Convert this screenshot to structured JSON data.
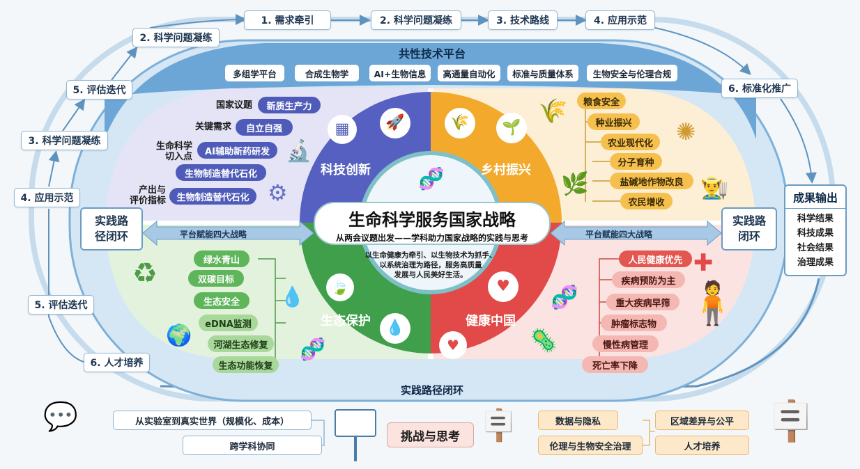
{
  "top_steps": [
    "1. 需求牵引",
    "2. 科学问题凝练",
    "3. 技术路线",
    "4. 应用示范"
  ],
  "left_steps": [
    "2. 科学问题凝练",
    "5. 评估迭代",
    "3. 科学问题凝练",
    "4. 应用示范",
    "5. 评估迭代",
    "6. 人才培养"
  ],
  "right_steps": [
    "6. 标准化推广"
  ],
  "platform": {
    "title": "共性技术平台",
    "items": [
      "多组学平台",
      "合成生物学",
      "AI+生物信息",
      "高通量自动化",
      "标准与质量体系",
      "生物安全与伦理合规"
    ]
  },
  "center": {
    "title": "生命科学服务国家战略",
    "subtitle": "从两会议题出发——学科助力国家战略的实践与思考",
    "desc": [
      "以生命健康为牵引、以生物技术为抓手、",
      "以系统治理为路径，服务高质量",
      "发展与人民美好生活。"
    ]
  },
  "quadrants": {
    "tech": {
      "label": "科技创新",
      "rows": [
        {
          "key": "国家议题",
          "value": "新质生产力"
        },
        {
          "key": "关键需求",
          "value": "自立自强"
        },
        {
          "key": "生命科学切入点",
          "value": "AI辅助新药研发"
        },
        {
          "key": "",
          "value": "生物制造替代石化"
        },
        {
          "key": "产出与评价指标",
          "value": "生物制造替代石化"
        }
      ]
    },
    "rural": {
      "label": "乡村振兴",
      "items": [
        "粮食安全",
        "种业振兴",
        "农业现代化",
        "分子育种",
        "盐碱地作物改良",
        "农民增收"
      ]
    },
    "eco": {
      "label": "生态保护",
      "items": [
        "绿水青山",
        "双碳目标",
        "生态安全",
        "eDNA监测",
        "河湖生态修复",
        "生态功能恢复"
      ]
    },
    "health": {
      "label": "健康中国",
      "items": [
        "人民健康优先",
        "疾病预防为主",
        "重大疾病早筛",
        "肿瘤标志物",
        "慢性病管理",
        "死亡率下降"
      ]
    }
  },
  "tech_keys_lines": {
    "k3a": "生命科学",
    "k3b": "切入点",
    "k5a": "产出与",
    "k5b": "评价指标"
  },
  "left_loop": "实践路径闭环",
  "left_loop_lines": [
    "实践路",
    "径闭环"
  ],
  "right_loop_lines": [
    "实践路",
    "闭环"
  ],
  "band_label": "平台赋能四大战略",
  "bottom_loop": "实践路径闭环",
  "outputs": {
    "title": "成果输出",
    "items": [
      "科学结果",
      "科技成果",
      "社会结果",
      "治理成果"
    ]
  },
  "challenges": {
    "title": "挑战与思考",
    "left": [
      "从实验室到真实世界（规模化、成本）",
      "跨学科协同"
    ],
    "mid": [
      "数据与隐私",
      "伦理与生物安全治理"
    ],
    "right": [
      "区域差异与公平",
      "人才培养"
    ]
  }
}
